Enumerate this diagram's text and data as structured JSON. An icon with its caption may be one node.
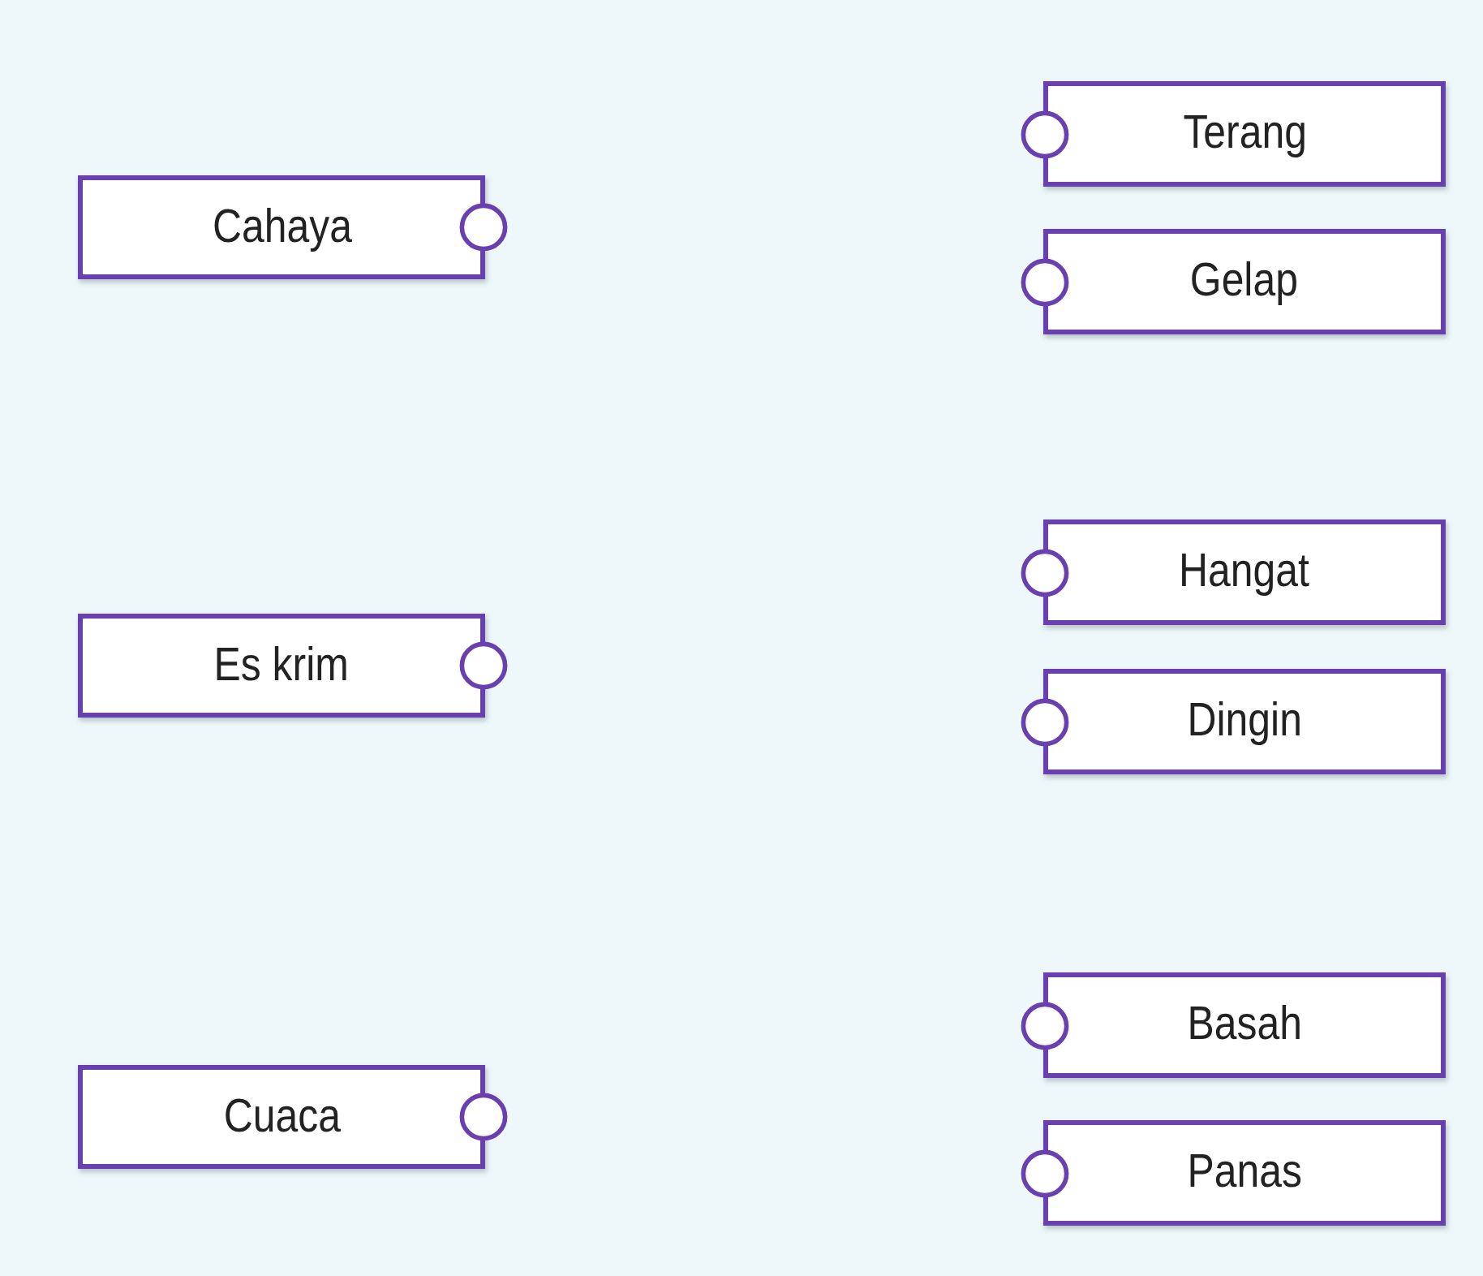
{
  "diagram": {
    "nodes": [
      {
        "text": [
          "Cahaya"
        ]
      },
      {
        "text": [
          "Es krim"
        ]
      },
      {
        "text": [
          "Cuaca"
        ]
      },
      {
        "text": [
          "Terang"
        ]
      },
      {
        "text": [
          "Gelap"
        ]
      },
      {
        "text": [
          "Hangat"
        ]
      },
      {
        "text": [
          "Dingin"
        ]
      },
      {
        "text": [
          "Basah"
        ]
      },
      {
        "text": [
          "Panas"
        ]
      }
    ]
  }
}
